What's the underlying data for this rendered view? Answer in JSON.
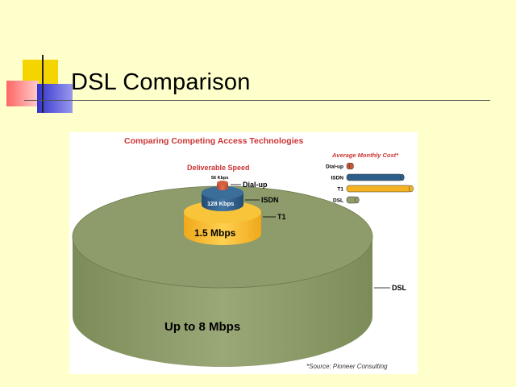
{
  "slide": {
    "title": "DSL Comparison"
  },
  "figure": {
    "title": "Comparing Competing Access Technologies",
    "speed_heading": "Deliverable Speed",
    "cost_heading": "Average Monthly Cost*",
    "source": "*Source: Pioneer Consulting",
    "speed_labels": {
      "dialup": "56 Kbps",
      "isdn": "128 Kbps",
      "t1": "1.5 Mbps",
      "dsl": "Up to 8 Mbps"
    },
    "tech_labels": {
      "dialup": "Dial-up",
      "isdn": "ISDN",
      "t1": "T1",
      "dsl": "DSL"
    },
    "cost_bars": [
      {
        "label": "Dial-up",
        "relative_cost": 0.06,
        "color": "#cc5533"
      },
      {
        "label": "ISDN",
        "relative_cost": 0.86,
        "color": "#2e5f8a"
      },
      {
        "label": "T1",
        "relative_cost": 1.0,
        "color": "#f4b323"
      },
      {
        "label": "DSL",
        "relative_cost": 0.16,
        "color": "#8f9e6c"
      }
    ]
  },
  "colors": {
    "background": "#ffffcc",
    "title_red": "#cc3333",
    "dialup": "#cc5533",
    "isdn": "#2e5f8a",
    "t1": "#f4b323",
    "dsl": "#8f9e6c"
  }
}
